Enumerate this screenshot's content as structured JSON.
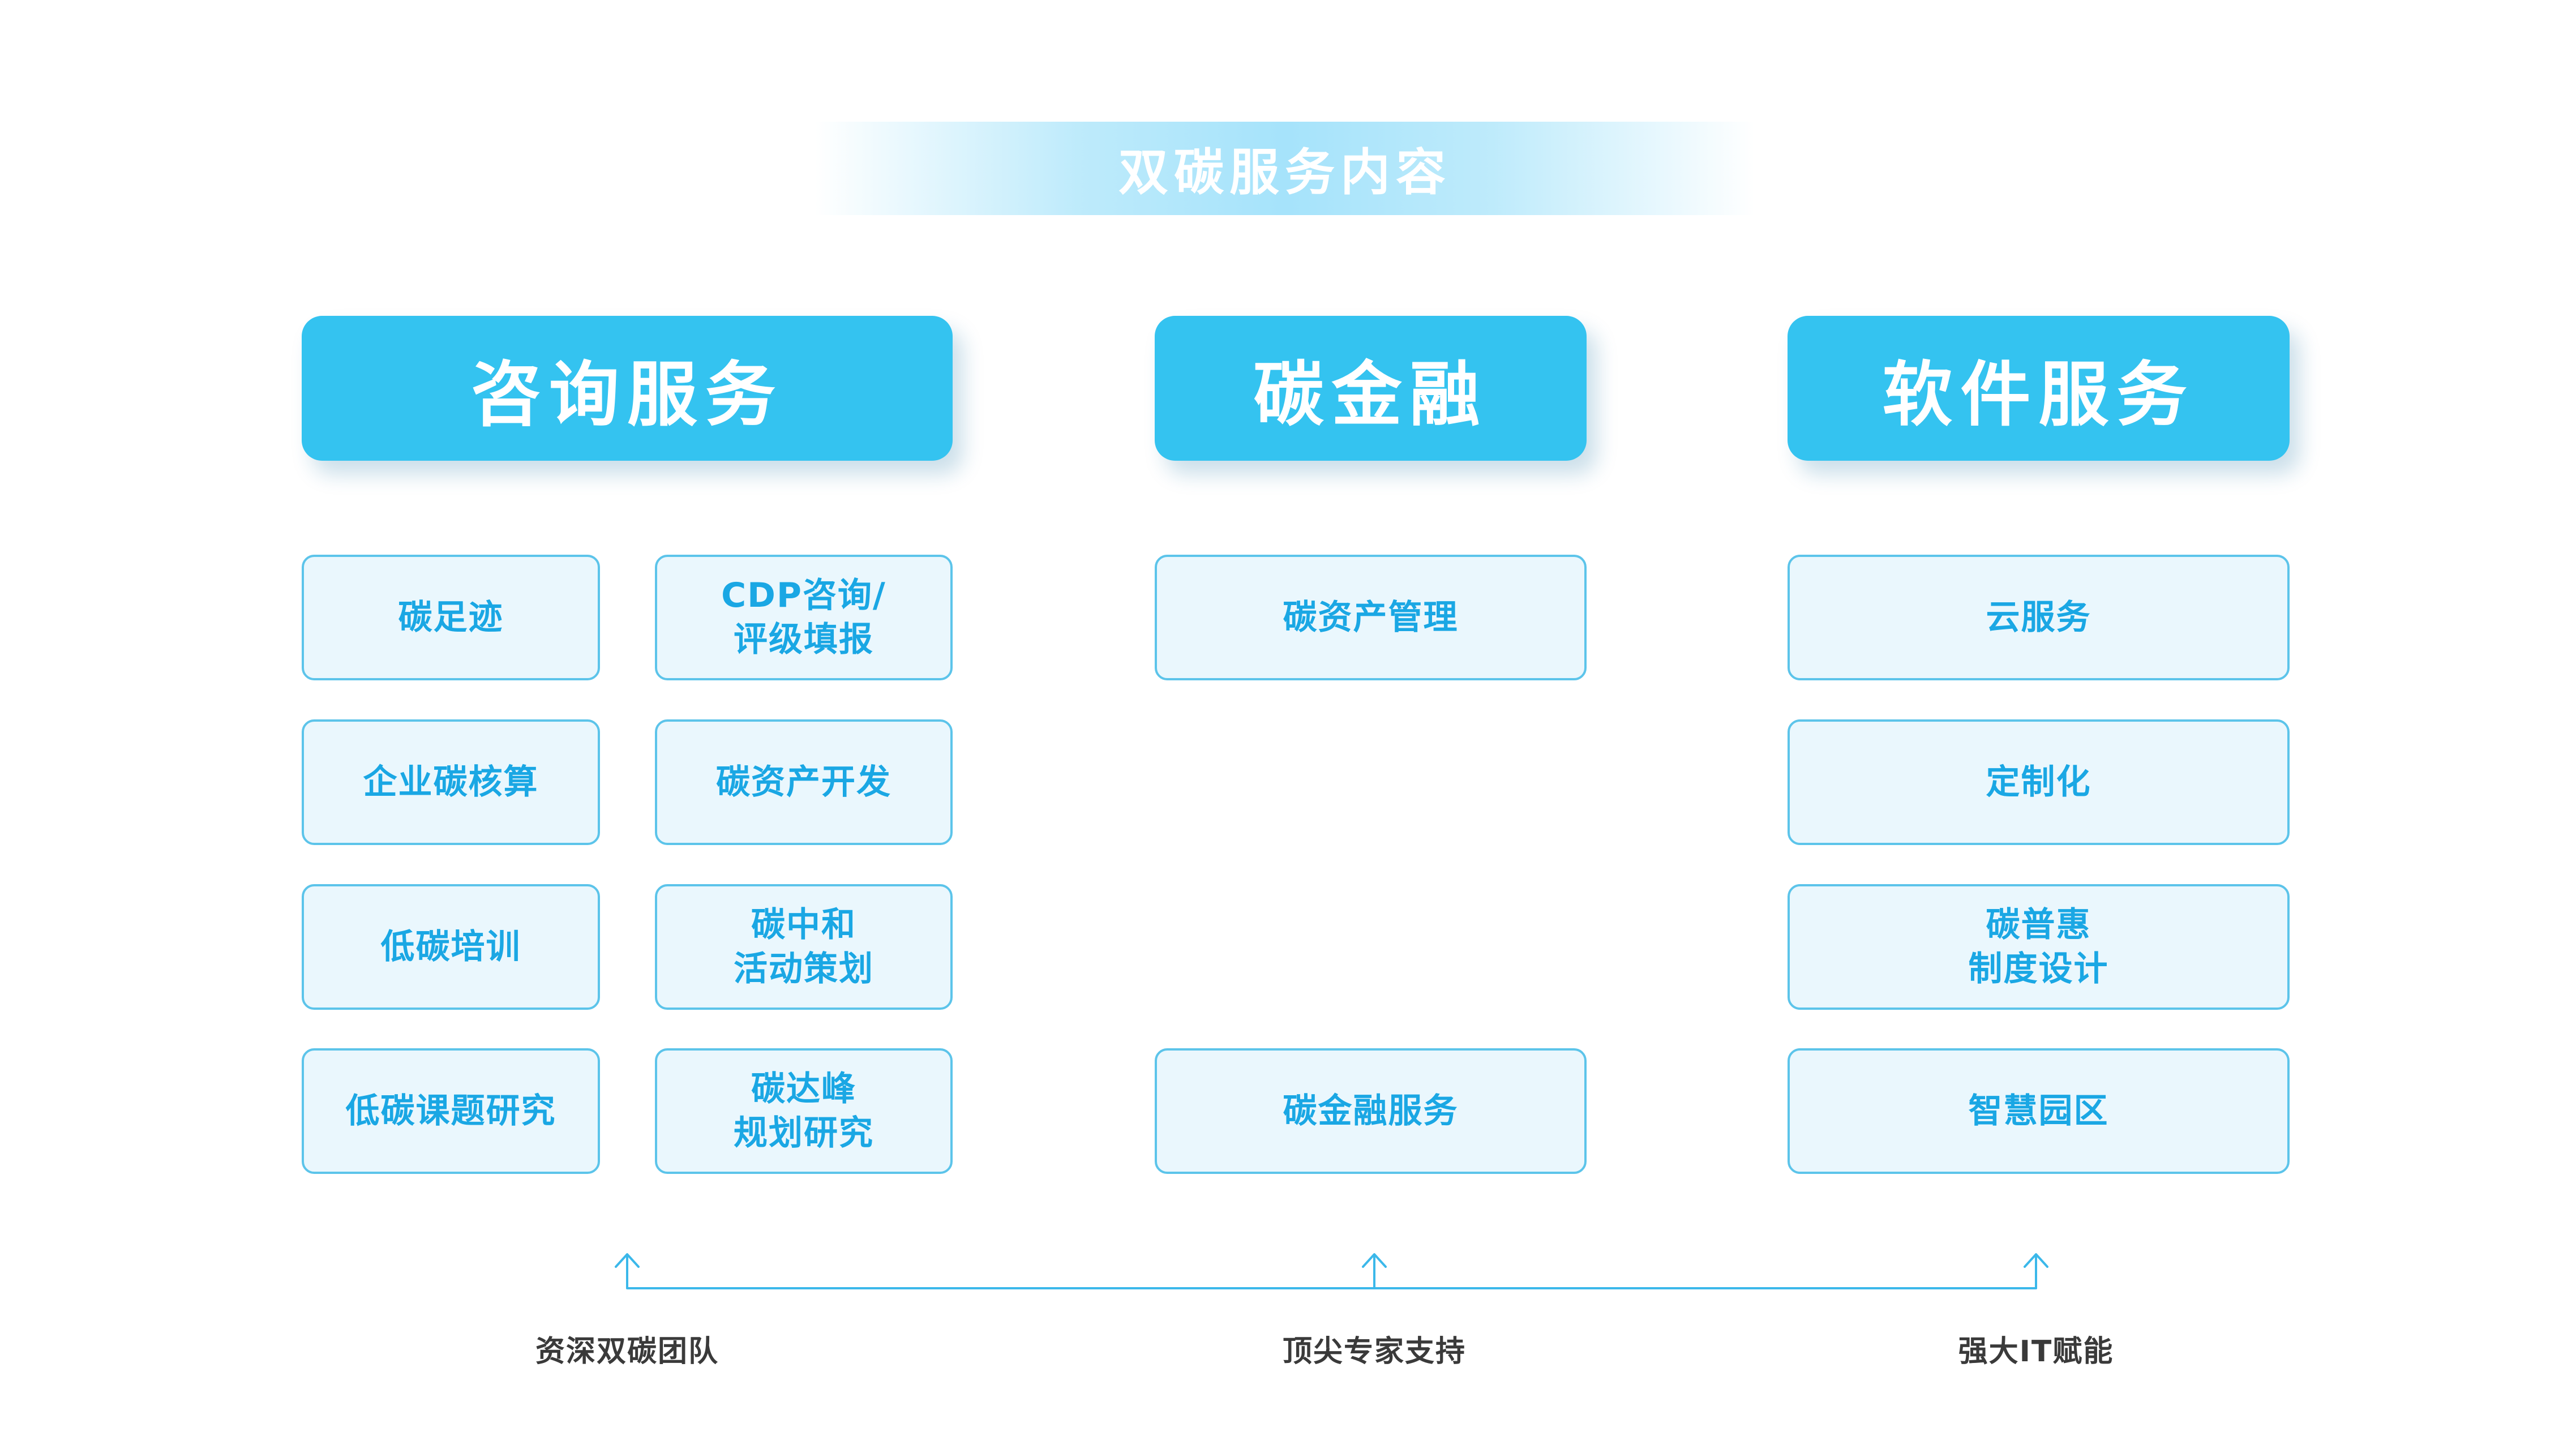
{
  "title": "双碳服务内容",
  "columns": [
    {
      "header": "咨询服务",
      "items": [
        "碳足迹",
        "CDP咨询/\n评级填报",
        "企业碳核算",
        "碳资产开发",
        "低碳培训",
        "碳中和\n活动策划",
        "低碳课题研究",
        "碳达峰\n规划研究"
      ]
    },
    {
      "header": "碳金融",
      "items": [
        "碳资产管理",
        "碳金融服务"
      ]
    },
    {
      "header": "软件服务",
      "items": [
        "云服务",
        "定制化",
        "碳普惠\n制度设计",
        "智慧园区"
      ]
    }
  ],
  "supports": [
    "资深双碳团队",
    "顶尖专家支持",
    "强大IT赋能"
  ],
  "colors": {
    "header_bg": "#34c3f0",
    "item_border": "#5cc4ea",
    "item_bg": "#eaf7fd",
    "item_text": "#1aa7e4",
    "connector": "#3bb8ea"
  }
}
